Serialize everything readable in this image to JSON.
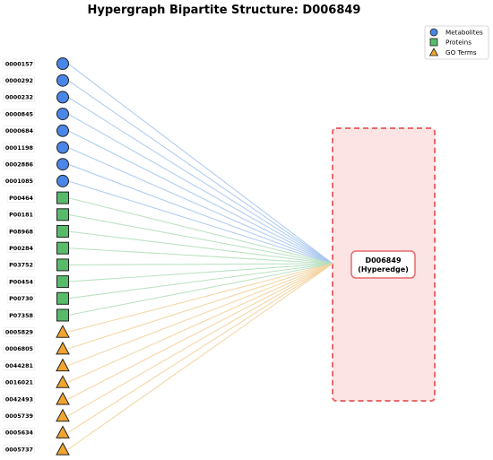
{
  "title": "Hypergraph Bipartite Structure: D006849",
  "hyperedge": {
    "id": "D006849",
    "label": "(Hyperedge)"
  },
  "legend": {
    "placement": "top-right",
    "items": [
      {
        "key": "metabolite",
        "label": "Metabolites",
        "shape": "circle-icon",
        "color": "#4a86e8"
      },
      {
        "key": "protein",
        "label": "Proteins",
        "shape": "square-icon",
        "color": "#57bb6a"
      },
      {
        "key": "go",
        "label": "GO Terms",
        "shape": "triangle-icon",
        "color": "#f0a530"
      }
    ]
  },
  "colors": {
    "metabolite": "#4a86e8",
    "protein": "#57bb6a",
    "go": "#f0a530",
    "metabolite_edge": "#a9c8ee",
    "protein_edge": "#b5dfbd",
    "go_edge": "#f3d39d",
    "hyperedge_fill": "#fde4e4",
    "hyperedge_border": "#e8696b"
  },
  "nodes": [
    {
      "label": "0000157",
      "type": "metabolite"
    },
    {
      "label": "0000292",
      "type": "metabolite"
    },
    {
      "label": "0000232",
      "type": "metabolite"
    },
    {
      "label": "0000845",
      "type": "metabolite"
    },
    {
      "label": "0000684",
      "type": "metabolite"
    },
    {
      "label": "0001198",
      "type": "metabolite"
    },
    {
      "label": "0002886",
      "type": "metabolite"
    },
    {
      "label": "0001085",
      "type": "metabolite"
    },
    {
      "label": "P00464",
      "type": "protein"
    },
    {
      "label": "P00181",
      "type": "protein"
    },
    {
      "label": "P08968",
      "type": "protein"
    },
    {
      "label": "P00284",
      "type": "protein"
    },
    {
      "label": "P03752",
      "type": "protein"
    },
    {
      "label": "P00454",
      "type": "protein"
    },
    {
      "label": "P00730",
      "type": "protein"
    },
    {
      "label": "P07358",
      "type": "protein"
    },
    {
      "label": "0005829",
      "type": "go"
    },
    {
      "label": "0006805",
      "type": "go"
    },
    {
      "label": "0044281",
      "type": "go"
    },
    {
      "label": "0016021",
      "type": "go"
    },
    {
      "label": "0042493",
      "type": "go"
    },
    {
      "label": "0005739",
      "type": "go"
    },
    {
      "label": "0005634",
      "type": "go"
    },
    {
      "label": "0005737",
      "type": "go"
    }
  ]
}
